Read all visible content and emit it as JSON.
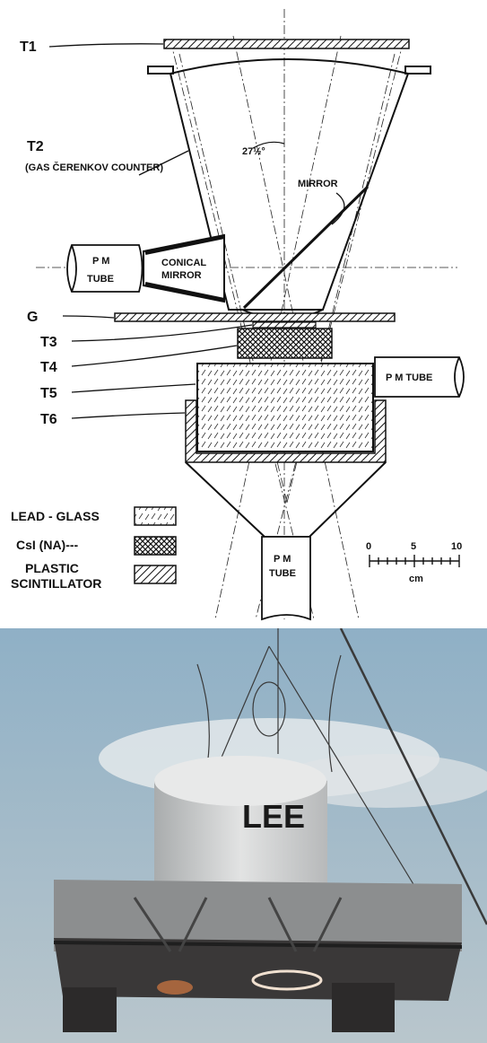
{
  "diagram": {
    "labels": {
      "t1": "T1",
      "t2": "T2",
      "t2_sub": "(GAS ČERENKOV COUNTER)",
      "angle": "27½°",
      "mirror": "MIRROR",
      "pm_tube_left_1": "P M",
      "pm_tube_left_2": "TUBE",
      "conical_1": "CONICAL",
      "conical_2": "MIRROR",
      "g": "G",
      "t3": "T3",
      "t4": "T4",
      "t5": "T5",
      "t6": "T6",
      "pm_tube_right": "P M TUBE",
      "pm_tube_bottom_1": "P M",
      "pm_tube_bottom_2": "TUBE"
    },
    "legend": {
      "lead_glass": "LEAD - GLASS",
      "csi": "CsI (NA)---",
      "plastic_1": "PLASTIC",
      "plastic_2": "SCINTILLATOR"
    },
    "scale": {
      "ticks": [
        "0",
        "5",
        "10"
      ],
      "unit": "cm"
    }
  },
  "photo": {
    "painted_text": "LEE",
    "colors": {
      "sky_top": "#8fb0c6",
      "sky_bottom": "#b9c6cc",
      "canister": "#d6d8d9",
      "frame": "#3a3a3a"
    }
  }
}
